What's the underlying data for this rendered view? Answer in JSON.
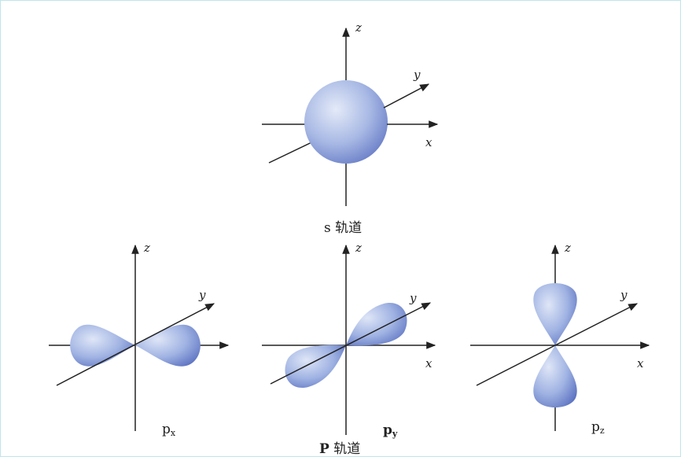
{
  "s_orbital": {
    "axis_x": "x",
    "axis_y": "y",
    "axis_z": "z",
    "caption": "s 轨道"
  },
  "p_orbitals": [
    {
      "id": "px",
      "axis_y": "y",
      "axis_z": "z",
      "label_main": "p",
      "label_sub": "x"
    },
    {
      "id": "py",
      "axis_x": "x",
      "axis_y": "y",
      "axis_z": "z",
      "label_main": "p",
      "label_sub": "y"
    },
    {
      "id": "pz",
      "axis_x": "x",
      "axis_y": "y",
      "axis_z": "z",
      "label_main": "p",
      "label_sub": "z"
    }
  ],
  "p_caption": {
    "main": "P",
    "rest": " 轨道"
  },
  "colors": {
    "lobe_light": "#dce4f6",
    "lobe_mid": "#9fb2e2",
    "lobe_dark": "#5f75c2",
    "axis": "#222222",
    "frame": "#bfe6ee"
  }
}
